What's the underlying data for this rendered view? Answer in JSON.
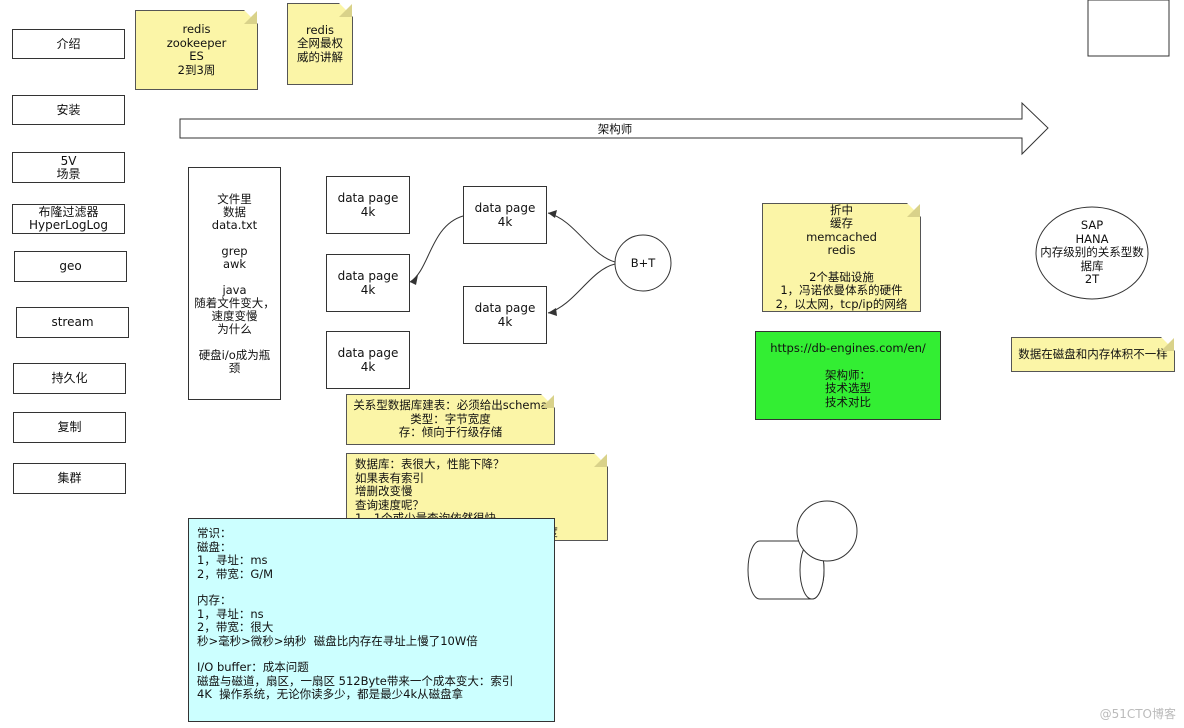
{
  "nav": [
    {
      "label": "介绍"
    },
    {
      "label": "安装"
    },
    {
      "label": "5V\n场景"
    },
    {
      "label": "布隆过滤器\nHyperLogLog"
    },
    {
      "label": "geo"
    },
    {
      "label": "stream"
    },
    {
      "label": "持久化"
    },
    {
      "label": "复制"
    },
    {
      "label": "集群"
    }
  ],
  "notes": {
    "redis_time": [
      "redis",
      "zookeeper",
      "ES",
      "2到3周"
    ],
    "redis_auth": [
      "redis",
      "全网最权",
      "威的讲解"
    ],
    "tradeoff": [
      "折中",
      "缓存",
      "memcached",
      "redis",
      "",
      "2个基础设施",
      "1，冯诺依曼体系的硬件",
      "2，以太网，tcp/ip的网络"
    ],
    "schema": [
      "关系型数据库建表：必须给出schema",
      "类型：字节宽度",
      "存：倾向于行级存储"
    ],
    "perf": [
      "数据库：表很大，性能下降？",
      "如果表有索引",
      "增删改变慢",
      "查询速度呢？",
      "1，1个或少量查询依然很快",
      "2，并发大的时候会受硬盘带宽影响速度"
    ],
    "disk_mem": [
      "数据在磁盘和内存体积不一样"
    ]
  },
  "arrow_label": "架构师",
  "file_box": [
    "文件里",
    "数据",
    "data.txt",
    "",
    "grep",
    "awk",
    "",
    "java",
    "随着文件变大，",
    "速度变慢",
    "为什么",
    "",
    "硬盘i/o成为瓶",
    "颈"
  ],
  "data_pages": [
    [
      "data page",
      "4k"
    ],
    [
      "data page",
      "4k"
    ],
    [
      "data page",
      "4k"
    ],
    [
      "data page",
      "4k"
    ],
    [
      "data page",
      "4k"
    ]
  ],
  "btree_label": "B+T",
  "green_box": [
    "https://db-engines.com/en/",
    "",
    "架构师：",
    "技术选型",
    "技术对比"
  ],
  "sap_ellipse": [
    "SAP",
    "HANA",
    "内存级别的关系型数",
    "据库",
    "2T"
  ],
  "cyan_box": [
    "常识：",
    "磁盘：",
    "1，寻址：ms",
    "2，带宽：G/M",
    "",
    "内存：",
    "1，寻址：ns",
    "2，带宽：很大",
    "秒>毫秒>微秒>纳秒  磁盘比内存在寻址上慢了10W倍",
    "",
    "I/O buffer：成本问题",
    "磁盘与磁道，扇区，一扇区 512Byte带来一个成本变大：索引",
    "4K  操作系统，无论你读多少，都是最少4k从磁盘拿"
  ],
  "watermark": "@51CTO博客",
  "colors": {
    "note": "#fbf5a7",
    "green": "#33ee33",
    "cyan": "#ccffff"
  }
}
